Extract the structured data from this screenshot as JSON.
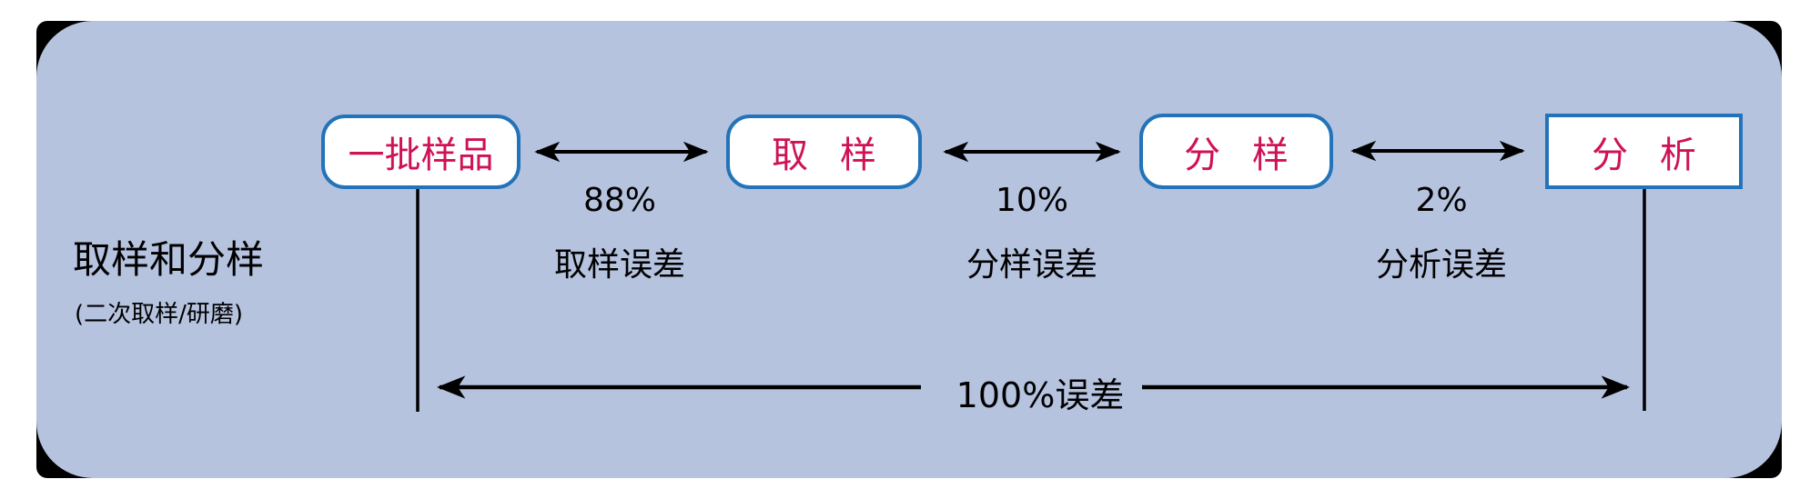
{
  "diagram": {
    "title": "取样和分样",
    "subtitle": "(二次取样/研磨)",
    "nodes": [
      {
        "id": "batch-sample",
        "label": "一批样品"
      },
      {
        "id": "sampling",
        "label": "取 样"
      },
      {
        "id": "sample-split",
        "label": "分 样"
      },
      {
        "id": "analysis",
        "label": "分 析"
      }
    ],
    "error_links": [
      {
        "percent": "88%",
        "label": "取样误差"
      },
      {
        "percent": "10%",
        "label": "分样误差"
      },
      {
        "percent": "2%",
        "label": "分析误差"
      }
    ],
    "total_error_label": "100%误差",
    "colors": {
      "panel_background": "#b6c3df",
      "panel_corner_outline": "#000000",
      "node_border": "#2273b9",
      "node_text": "#cf1155",
      "line_and_text": "#000000"
    }
  }
}
